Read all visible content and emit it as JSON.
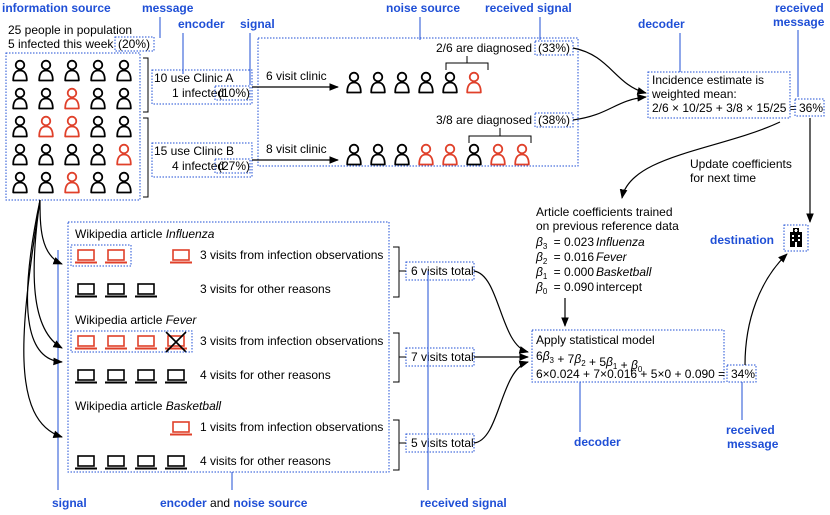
{
  "labels": {
    "information_source": "information source",
    "message": "message",
    "encoder": "encoder",
    "signal_top": "signal",
    "noise_source": "noise source",
    "received_signal_top": "received signal",
    "decoder_top": "decoder",
    "received_message_top_1": "received",
    "received_message_top_2": "message",
    "destination": "destination",
    "signal_bottom": "signal",
    "encoder_bottom": "encoder",
    "and_word": " and ",
    "noise_source_bottom": "noise source",
    "received_signal_bottom": "received signal",
    "decoder_bottom": "decoder",
    "received_message_bottom_1": "received",
    "received_message_bottom_2": "message"
  },
  "population": {
    "line1": "25 people in population",
    "line2": "5 infected this week",
    "pct": "(20%)"
  },
  "clinics": {
    "a_line1": "10 use Clinic A",
    "a_line2": "1 infected",
    "a_pct": "(10%)",
    "b_line1": "15 use Clinic B",
    "b_line2": "4 infected",
    "b_pct": "(27%)"
  },
  "visits": {
    "a_visit": "6 visit clinic",
    "a_diag": "2/6 are diagnosed",
    "a_diag_pct": "(33%)",
    "b_visit": "8 visit clinic",
    "b_diag": "3/8 are diagnosed",
    "b_diag_pct": "(38%)"
  },
  "estimate": {
    "line1": "Incidence estimate is",
    "line2": "weighted mean:",
    "line3": "2/6 × 10/25 + 3/8 × 15/25 =",
    "result": "36%"
  },
  "update_note": {
    "line1": "Update coefficients",
    "line2": "for next time"
  },
  "coefficients": {
    "line1": "Article coefficients trained",
    "line2": "on previous reference data",
    "rows": [
      {
        "beta": "β",
        "sub": "3",
        "value": "= 0.023",
        "name": "Influenza",
        "italic": true
      },
      {
        "beta": "β",
        "sub": "2",
        "value": "= 0.016",
        "name": "Fever",
        "italic": true
      },
      {
        "beta": "β",
        "sub": "1",
        "value": "= 0.000",
        "name": "Basketball",
        "italic": true
      },
      {
        "beta": "β",
        "sub": "0",
        "value": "= 0.090",
        "name": "intercept",
        "italic": false
      }
    ]
  },
  "articles": [
    {
      "prefix": "Wikipedia article ",
      "name": "Influenza",
      "infection": "3 visits from infection observations",
      "other": "3 visits for other reasons",
      "total": "6 visits total"
    },
    {
      "prefix": "Wikipedia article ",
      "name": "Fever",
      "infection": "3 visits from infection observations",
      "other": "4 visits for other reasons",
      "total": "7 visits total"
    },
    {
      "prefix": "Wikipedia article ",
      "name": "Basketball",
      "infection": "1 visits from infection observations",
      "other": "4 visits for other reasons",
      "total": "5 visits total"
    }
  ],
  "model": {
    "title": "Apply statistical model",
    "formula_parts": [
      "6",
      "β",
      "3",
      " + 7",
      "β",
      "2",
      " + 5",
      "β",
      "1",
      " + ",
      "β",
      "0"
    ],
    "calc": "6×0.024 + 7×0.016 + 5×0 + 0.090 =",
    "result": "34%"
  },
  "colors": {
    "accent": "#1f4fd6",
    "infected": "#e0402a",
    "normal": "#000000"
  },
  "icons": {
    "person": "person-icon",
    "laptop": "laptop-icon",
    "hospital": "hospital-icon"
  }
}
